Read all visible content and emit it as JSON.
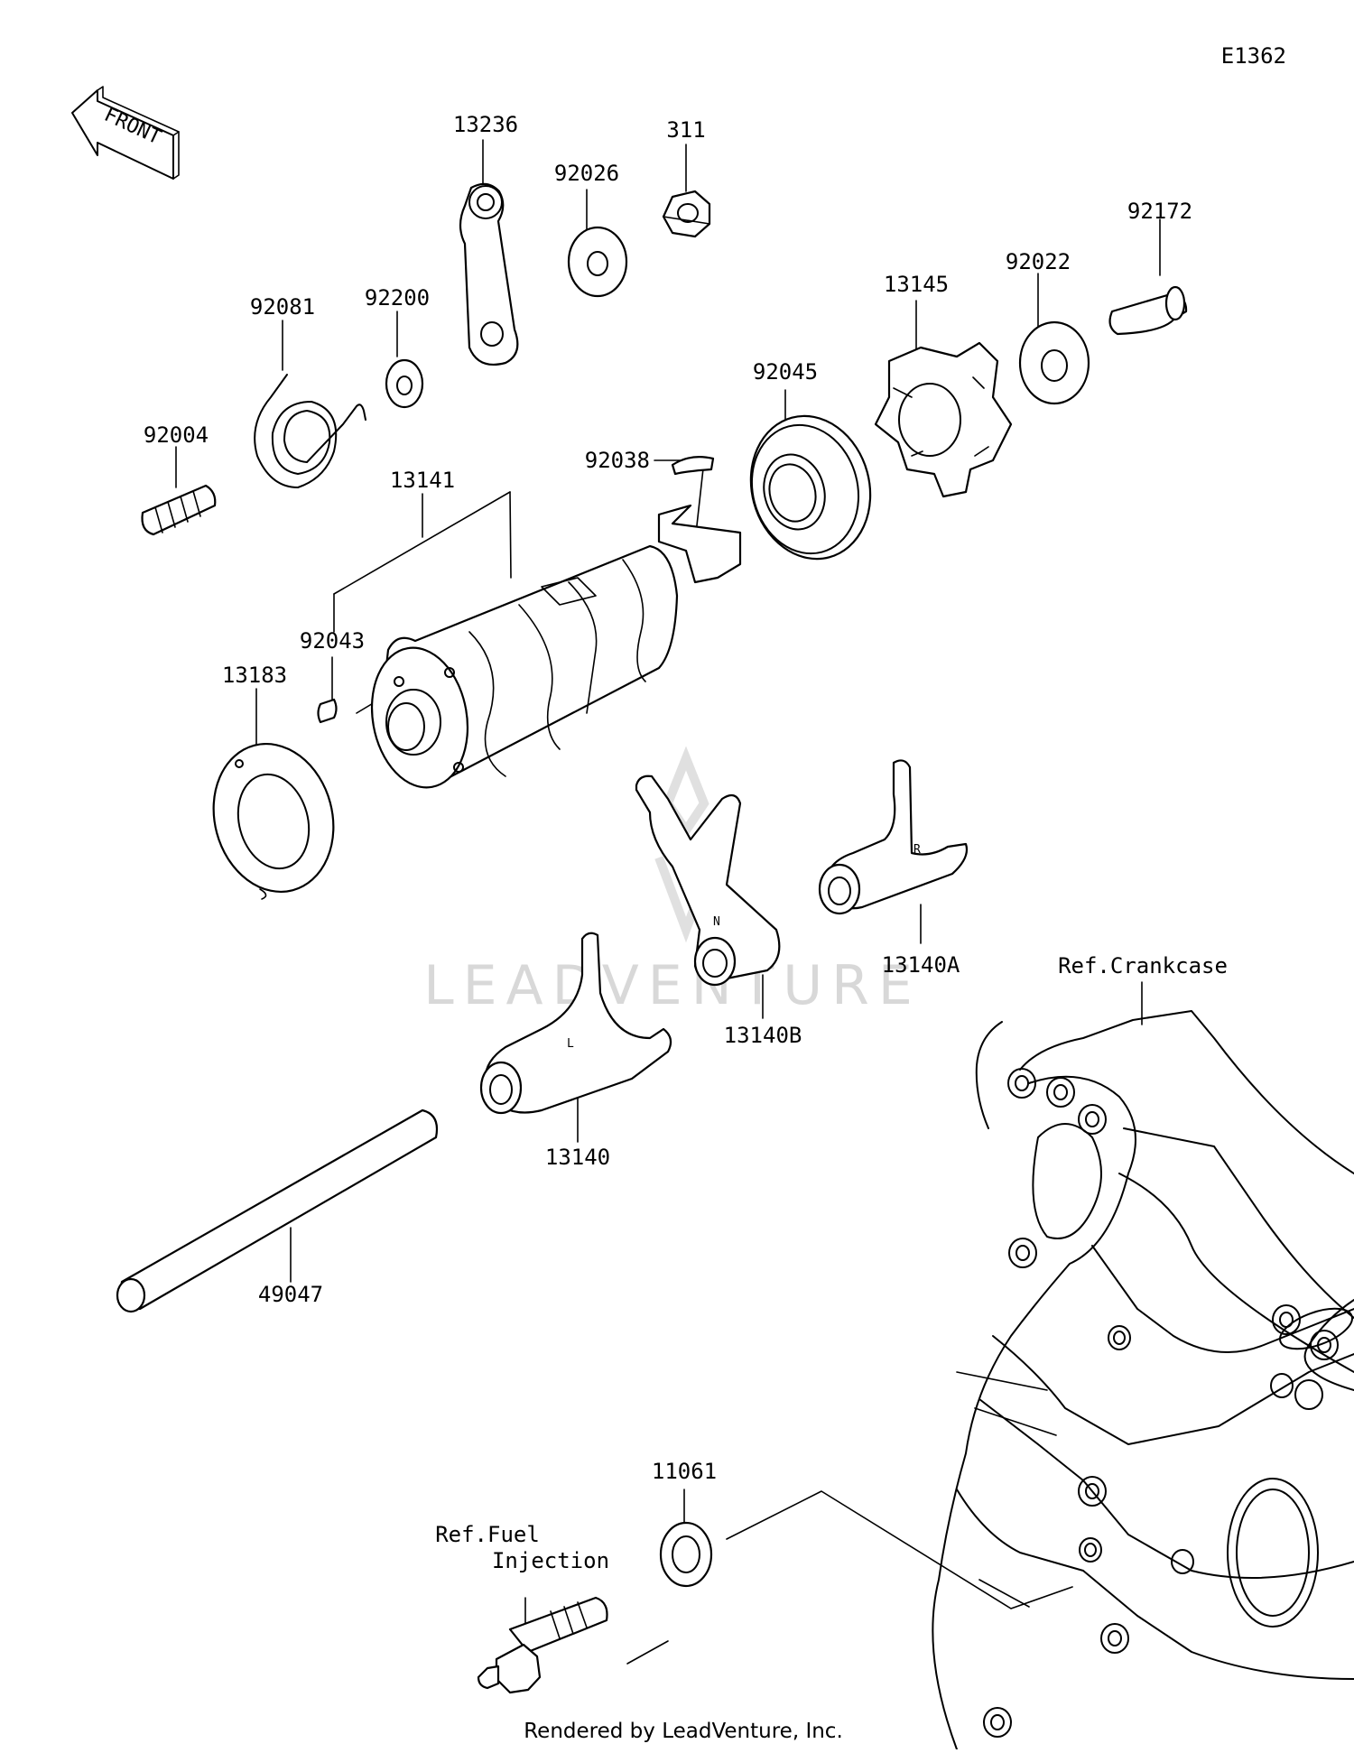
{
  "diagram_id": "E1362",
  "front_marker": "FRONT",
  "watermark": "LEADVENTURE",
  "footer": "Rendered by LeadVenture, Inc.",
  "references": {
    "crankcase": "Ref.Crankcase",
    "fuel_injection_line1": "Ref.Fuel",
    "fuel_injection_line2": "Injection"
  },
  "fork_marks": {
    "f1": "L",
    "f2": "N",
    "f3": "R"
  },
  "part_labels": [
    "13236",
    "311",
    "92026",
    "92081",
    "92200",
    "92022",
    "92172",
    "13145",
    "92045",
    "92004",
    "92038",
    "13141",
    "92043",
    "13183",
    "13140A",
    "13140B",
    "13140",
    "49047",
    "11061"
  ]
}
